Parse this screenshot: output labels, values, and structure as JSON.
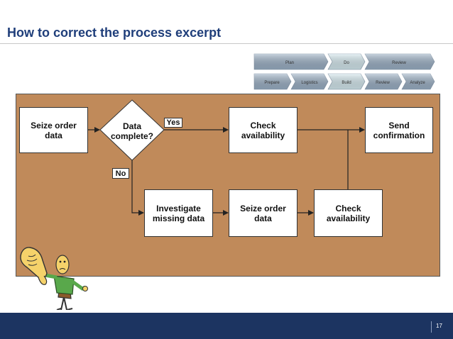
{
  "slide": {
    "title": "How to correct the process excerpt",
    "page_number": "17"
  },
  "phases": {
    "top": [
      {
        "id": "plan",
        "label": "Plan",
        "fill": "#9aafc4"
      },
      {
        "id": "do",
        "label": "Do",
        "fill": "#d4e8ee"
      },
      {
        "id": "review",
        "label": "Review",
        "fill": "#9aafc4"
      }
    ],
    "bottom": [
      {
        "id": "prepare",
        "label": "Prepare",
        "fill": "#9aafc4"
      },
      {
        "id": "logistics",
        "label": "Logistics",
        "fill": "#9aafc4"
      },
      {
        "id": "build",
        "label": "Build",
        "fill": "#d4e8ee"
      },
      {
        "id": "review2",
        "label": "Review",
        "fill": "#9aafc4"
      },
      {
        "id": "analyze",
        "label": "Analyze",
        "fill": "#9aafc4"
      }
    ]
  },
  "flow": {
    "seize_order_1": "Seize order\ndata",
    "decision": "Data\ncomplete?",
    "yes": "Yes",
    "no": "No",
    "check_availability_1": "Check\navailability",
    "send_confirmation": "Send\nconfirmation",
    "investigate": "Investigate\nmissing data",
    "seize_order_2": "Seize order\ndata",
    "check_availability_2": "Check\navailability"
  },
  "colors": {
    "canvas": "#c08a5a",
    "title": "#1f3e7a",
    "footer": "#1c3461",
    "phase_active": "#d4e8ee",
    "phase_inactive": "#9aafc4"
  }
}
